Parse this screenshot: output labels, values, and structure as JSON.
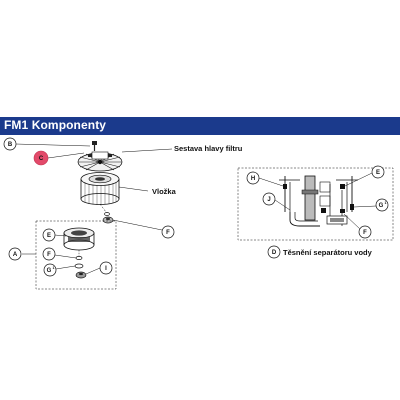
{
  "header": {
    "title": "FM1 Komponenty",
    "color": "#1b3a8c"
  },
  "labels": {
    "filter_head": "Sestava hlavy filtru",
    "cartridge": "Vložka",
    "water_separator_seals": "Těsnění separátoru vody"
  },
  "callouts": {
    "A": "A",
    "B": "B",
    "C": "C",
    "D": "D",
    "E": "E",
    "F": "F",
    "G1": "G",
    "G1_sup": "1",
    "H": "H",
    "I": "I",
    "J": "J"
  },
  "colors": {
    "highlight_callout": "#e24a6a",
    "line": "#111111"
  }
}
